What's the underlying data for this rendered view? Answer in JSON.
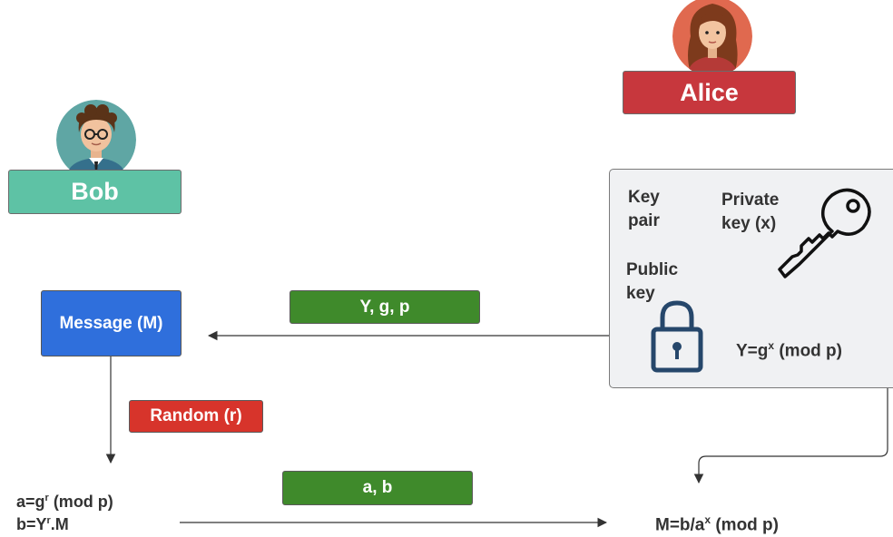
{
  "bob": {
    "name": "Bob"
  },
  "alice": {
    "name": "Alice"
  },
  "message_box": {
    "label": "Message (M)"
  },
  "random_box": {
    "label": "Random (r)"
  },
  "public_params_box": {
    "label": "Y, g, p"
  },
  "ciphertext_box": {
    "label": "a, b"
  },
  "key_panel": {
    "key_pair_label": "Key\npair",
    "private_key_label": "Private\nkey (x)",
    "public_key_label": "Public\nkey",
    "public_key_formula": {
      "base": "Y=g",
      "sup": "x",
      "rest": " (mod p)"
    }
  },
  "encryption": {
    "line_a": {
      "base": "a=g",
      "sup": "r",
      "rest": " (mod p)"
    },
    "line_b": {
      "base": "b=Y",
      "sup": "r",
      "rest": ".M"
    }
  },
  "decryption": {
    "formula": {
      "base": "M=b/a",
      "sup": "x",
      "rest": " (mod p)"
    }
  },
  "colors": {
    "bob_green": "#5ec2a5",
    "alice_red": "#c7373d",
    "message_blue": "#2f6fdc",
    "random_red": "#d7342b",
    "param_green": "#3f8a2b",
    "panel_gray": "#f0f1f3",
    "lock_navy": "#26476b"
  },
  "icons": [
    "bob-avatar-icon",
    "alice-avatar-icon",
    "key-icon",
    "padlock-icon"
  ]
}
